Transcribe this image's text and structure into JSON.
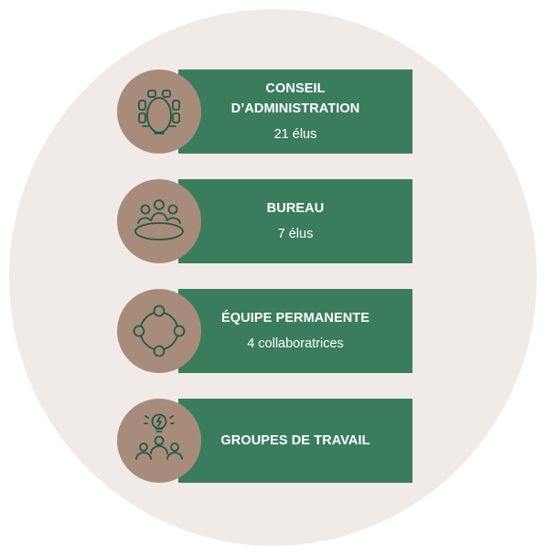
{
  "colors": {
    "background": "#f1ebe8",
    "card": "#3a7d5c",
    "badge": "#a78c7c",
    "icon_stroke": "#245a3e"
  },
  "items": [
    {
      "icon": "boardroom-table-icon",
      "title": "CONSEIL\nD’ADMINISTRATION",
      "subtitle": "21 élus"
    },
    {
      "icon": "meeting-people-icon",
      "title": "BUREAU",
      "subtitle": "7 élus"
    },
    {
      "icon": "circular-network-icon",
      "title": "ÉQUIPE PERMANENTE",
      "subtitle": "4 collaboratrices"
    },
    {
      "icon": "team-idea-bulb-icon",
      "title": "GROUPES DE TRAVAIL",
      "subtitle": ""
    }
  ]
}
